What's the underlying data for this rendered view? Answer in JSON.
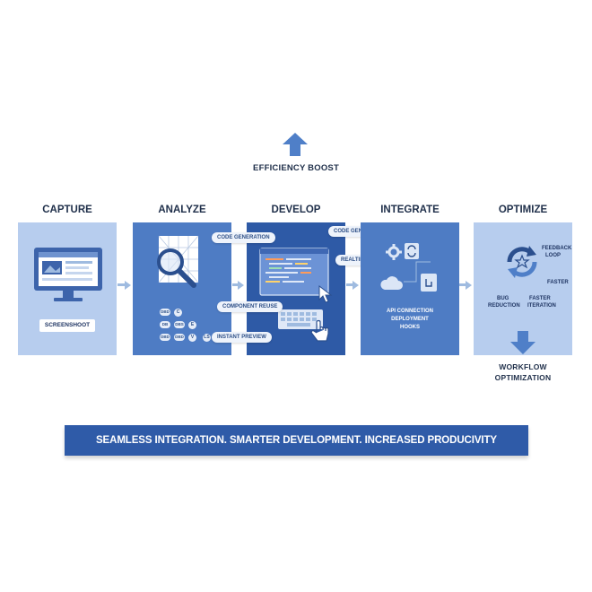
{
  "top": {
    "efficiency_label": "EFFICIENCY BOOST"
  },
  "stages": {
    "capture": {
      "title": "CAPTURE",
      "button": "SCREENSHOOT"
    },
    "analyze": {
      "title": "ANALYZE",
      "chips": [
        "DBD",
        "DB",
        "DBS",
        "DBD",
        "DBD",
        "DB"
      ],
      "chip_icons": [
        "C",
        "E",
        "V",
        "LS"
      ]
    },
    "develop": {
      "title": "DEVELOP",
      "pills": [
        "CODE GENERATION",
        "CODE GENERATION",
        "REALTIME",
        "COMPONENT REUSE",
        "INSTANT PREVIEW"
      ]
    },
    "integrate": {
      "title": "INTEGRATE",
      "lines": [
        "API CONNECTION",
        "DEPLOYMENT",
        "HOOKS"
      ]
    },
    "optimize": {
      "title": "OPTIMIZE",
      "labels": [
        "FEEDBACK",
        "LOOP",
        "FASTER",
        "BUG",
        "REDUCTION",
        "FASTER",
        "ITERATION"
      ],
      "footer_line1": "WORKFLOW",
      "footer_line2": "OPTIMIZATION"
    }
  },
  "banner": {
    "text": "SEAMLESS INTEGRATION. SMARTER DEVELOPMENT. INCREASED PRODUCIVITY"
  },
  "colors": {
    "light_panel": "#b7cdee",
    "mid_panel": "#4e7cc4",
    "dark_panel": "#2e5aa6",
    "banner": "#2f5ba8"
  }
}
